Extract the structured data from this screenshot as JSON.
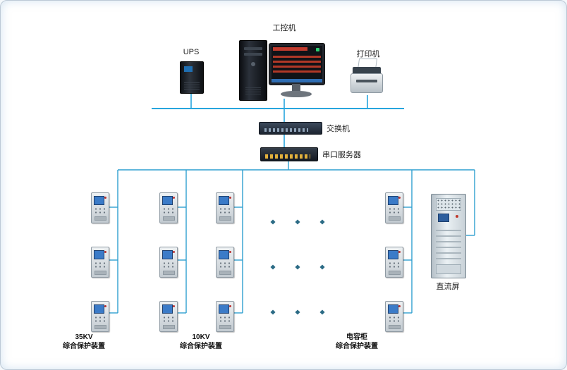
{
  "labels": {
    "industrial_pc": "工控机",
    "ups": "UPS",
    "printer": "打印机",
    "switch": "交换机",
    "serial_server": "串口服务器",
    "dc_panel": "直流屏"
  },
  "groups": [
    {
      "name": "35KV",
      "desc": "综合保护装置"
    },
    {
      "name": "10KV",
      "desc": "综合保护装置"
    },
    {
      "name": "电容柜",
      "desc": "综合保护装置"
    }
  ],
  "colors": {
    "bus_line": "#27a5dd",
    "connector_line": "#2f9fd0",
    "ellipsis_dot": "#2b6b85",
    "relay_screen": "#3b7bc8"
  }
}
